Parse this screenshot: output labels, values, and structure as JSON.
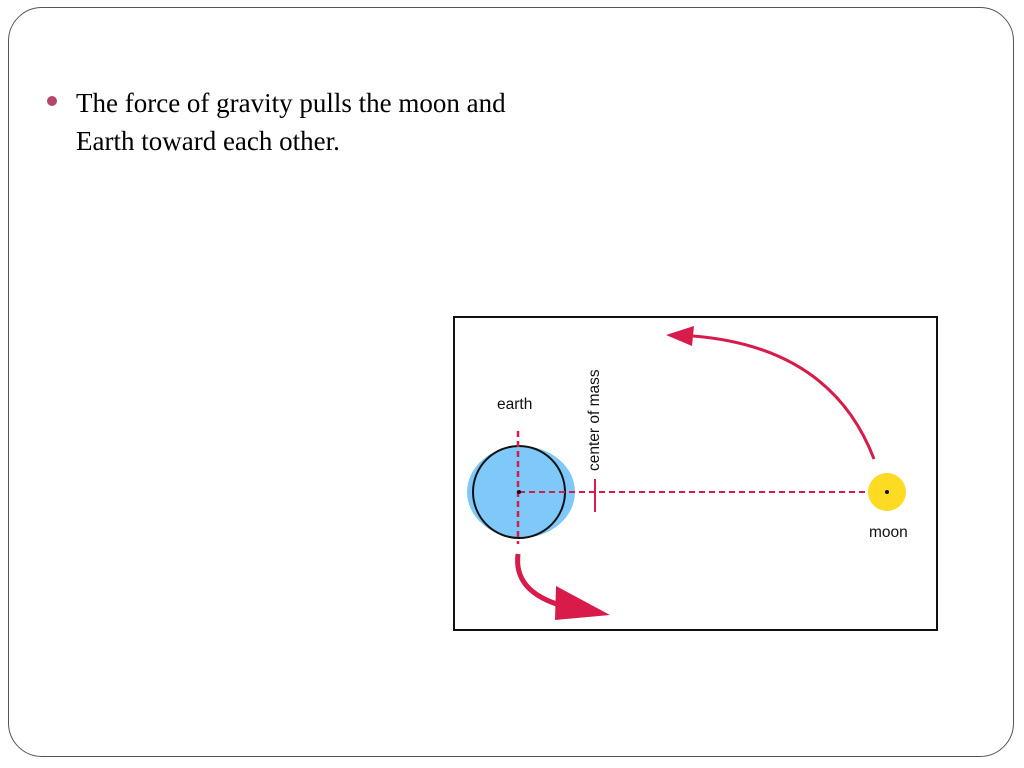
{
  "bullets": [
    {
      "text": "The force of gravity pulls the moon and Earth toward each other."
    }
  ],
  "diagram": {
    "labels": {
      "earth": "earth",
      "center_of_mass": "center of mass",
      "moon": "moon"
    },
    "colors": {
      "earth_fill": "#7ec8fa",
      "moon_fill": "#fddb22",
      "arrow": "#d81b4a",
      "dashed_line": "#d81b4a",
      "frame": "#111111",
      "bullet": "#b5476d"
    }
  }
}
